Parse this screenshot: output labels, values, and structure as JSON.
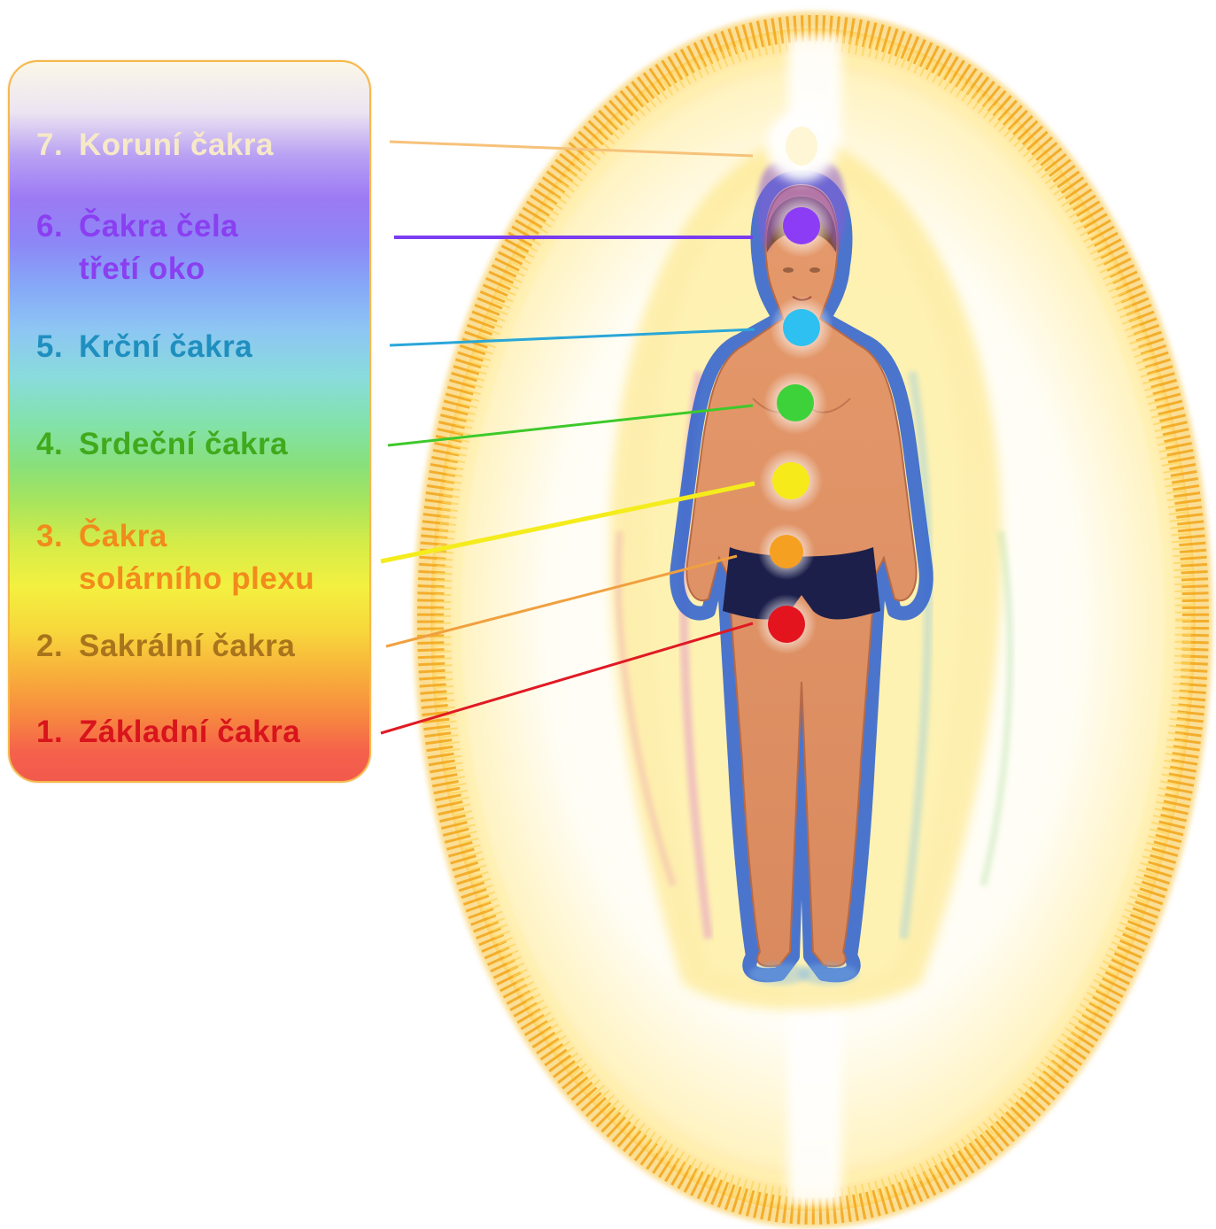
{
  "legend": {
    "items": [
      {
        "number": "7.",
        "line1": "Koruní čakra",
        "line2": "",
        "color": "#f7e9c8",
        "line_color": "#f6c27a"
      },
      {
        "number": "6.",
        "line1": "Čakra čela",
        "line2": "třetí oko",
        "color": "#8a3ff0",
        "line_color": "#7a3cf0"
      },
      {
        "number": "5.",
        "line1": "Krční čakra",
        "line2": "",
        "color": "#1f8fbf",
        "line_color": "#2aa6d8"
      },
      {
        "number": "4.",
        "line1": "Srdeční čakra",
        "line2": "",
        "color": "#3faa1c",
        "line_color": "#3ec92a"
      },
      {
        "number": "3.",
        "line1": "Čakra",
        "line2": "solárního plexu",
        "color": "#f28a1c",
        "line_color": "#f4ec1c"
      },
      {
        "number": "2.",
        "line1": "Sakrální čakra",
        "line2": "",
        "color": "#a8741c",
        "line_color": "#f0a040"
      },
      {
        "number": "1.",
        "line1": "Základní čakra",
        "line2": "",
        "color": "#d8141c",
        "line_color": "#e01a24"
      }
    ]
  },
  "chakra_points": [
    {
      "name": "crown",
      "color": "#fff6d6"
    },
    {
      "name": "third-eye",
      "color": "#8c3cf5"
    },
    {
      "name": "throat",
      "color": "#2ec0f0"
    },
    {
      "name": "heart",
      "color": "#3ed23a"
    },
    {
      "name": "solar-plexus",
      "color": "#f6ea1a"
    },
    {
      "name": "sacral",
      "color": "#f6a022"
    },
    {
      "name": "root",
      "color": "#e3141e"
    }
  ],
  "aura_colors": {
    "outer_ring": "#f5b21e",
    "outer_glow": "#fcd95a",
    "inner_glow": "#fff0a6",
    "body_outline": "#2c5fd0",
    "skin": "#e9a07a",
    "shorts": "#1c1f4a",
    "hair": "#7c4f2a"
  }
}
